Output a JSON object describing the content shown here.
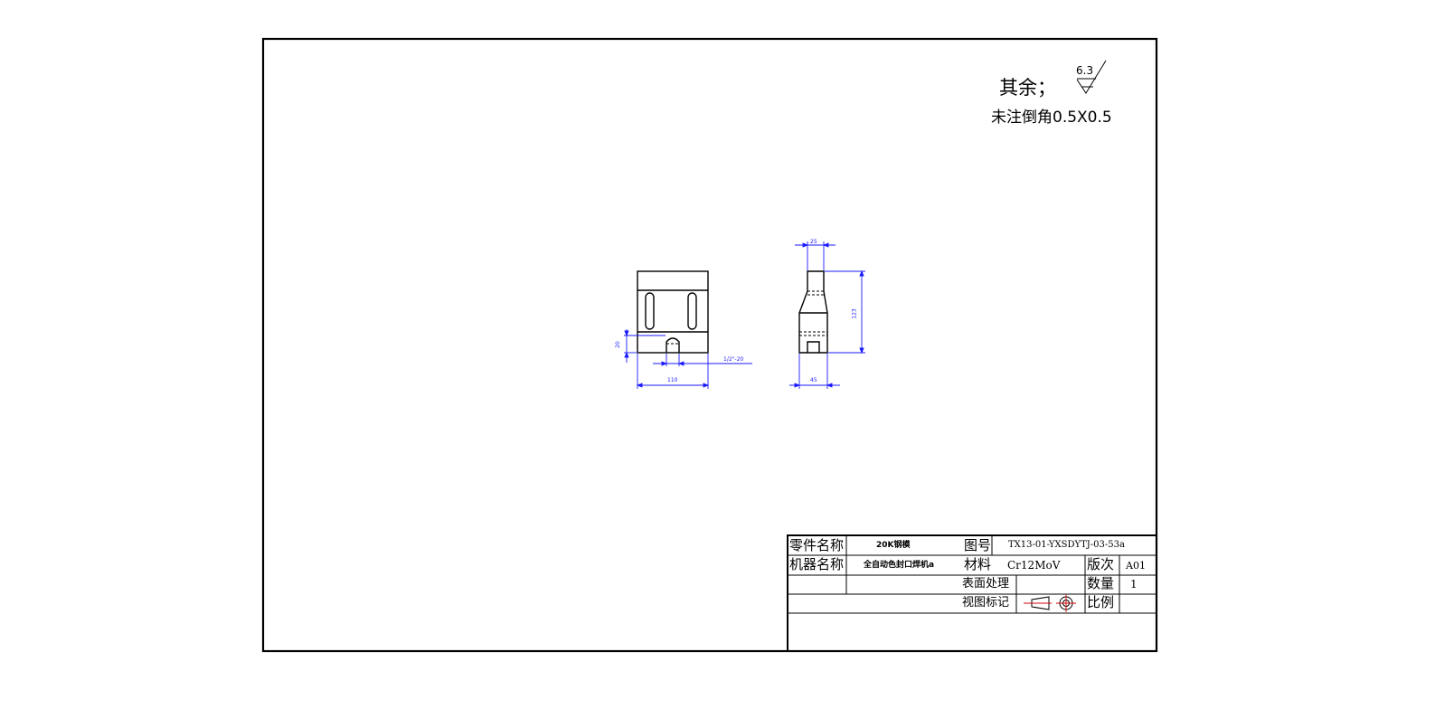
{
  "notes": {
    "remaining_label": "其余；",
    "roughness_value": "6.3",
    "chamfer_note": "未注倒角0.5X0.5"
  },
  "dimensions": {
    "front_height": "20",
    "front_width": "110",
    "thread": "1/2\"-20",
    "side_top_width": "25",
    "side_height": "123",
    "side_bottom_width": "45"
  },
  "title_block": {
    "part_name_label": "零件名称",
    "part_name_value": "20K钢模",
    "drawing_no_label": "图号",
    "drawing_no_value": "TX13-01-YXSDYTJ-03-53a",
    "machine_name_label": "机器名称",
    "machine_name_value": "全自动色封口焊机a",
    "material_label": "材料",
    "material_value": "Cr12MoV",
    "revision_label": "版次",
    "revision_value": "A01",
    "surface_treatment_label": "表面处理",
    "quantity_label": "数量",
    "quantity_value": "1",
    "view_mark_label": "视图标记",
    "scale_label": "比例"
  },
  "colors": {
    "line": "#000000",
    "dimension": "#1a1aff",
    "background": "#ffffff"
  }
}
